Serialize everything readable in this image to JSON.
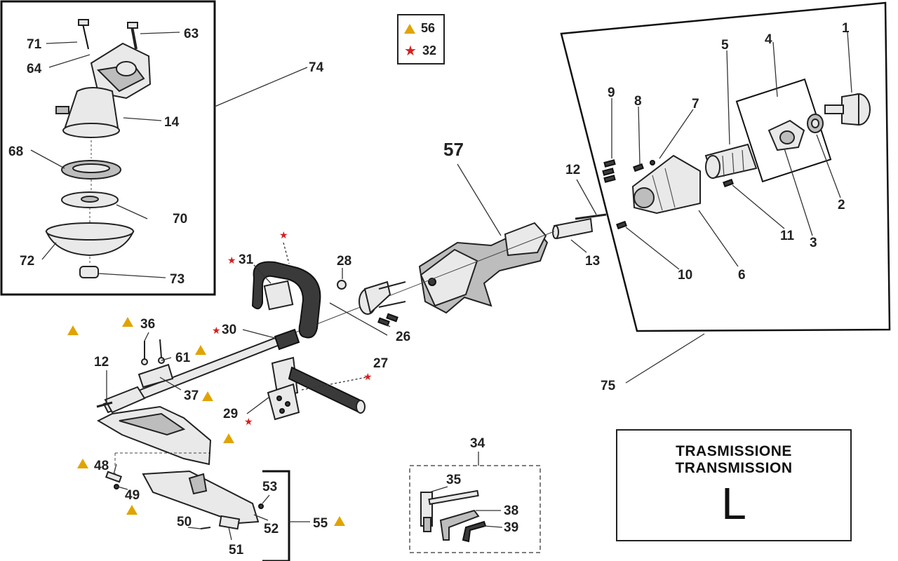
{
  "legend": {
    "triangle_count": "56",
    "star_count": "32",
    "triangle_color": "#e0a400",
    "star_color": "#d32020"
  },
  "title_box": {
    "line1": "TRASMISSIONE",
    "line2": "TRANSMISSION",
    "letter": "L"
  },
  "parts": {
    "p1": "1",
    "p2": "2",
    "p3": "3",
    "p4": "4",
    "p5": "5",
    "p6": "6",
    "p7": "7",
    "p8": "8",
    "p9": "9",
    "p10": "10",
    "p11": "11",
    "p12a": "12",
    "p12b": "12",
    "p13": "13",
    "p14": "14",
    "p26": "26",
    "p27": "27",
    "p28": "28",
    "p29": "29",
    "p30": "30",
    "p31": "31",
    "p34": "34",
    "p35": "35",
    "p36": "36",
    "p37": "37",
    "p38": "38",
    "p39": "39",
    "p48": "48",
    "p49": "49",
    "p50": "50",
    "p51": "51",
    "p52": "52",
    "p53": "53",
    "p55": "55",
    "p57": "57",
    "p61": "61",
    "p63": "63",
    "p64": "64",
    "p68": "68",
    "p70": "70",
    "p71": "71",
    "p72": "72",
    "p73": "73",
    "p74": "74",
    "p75": "75"
  }
}
